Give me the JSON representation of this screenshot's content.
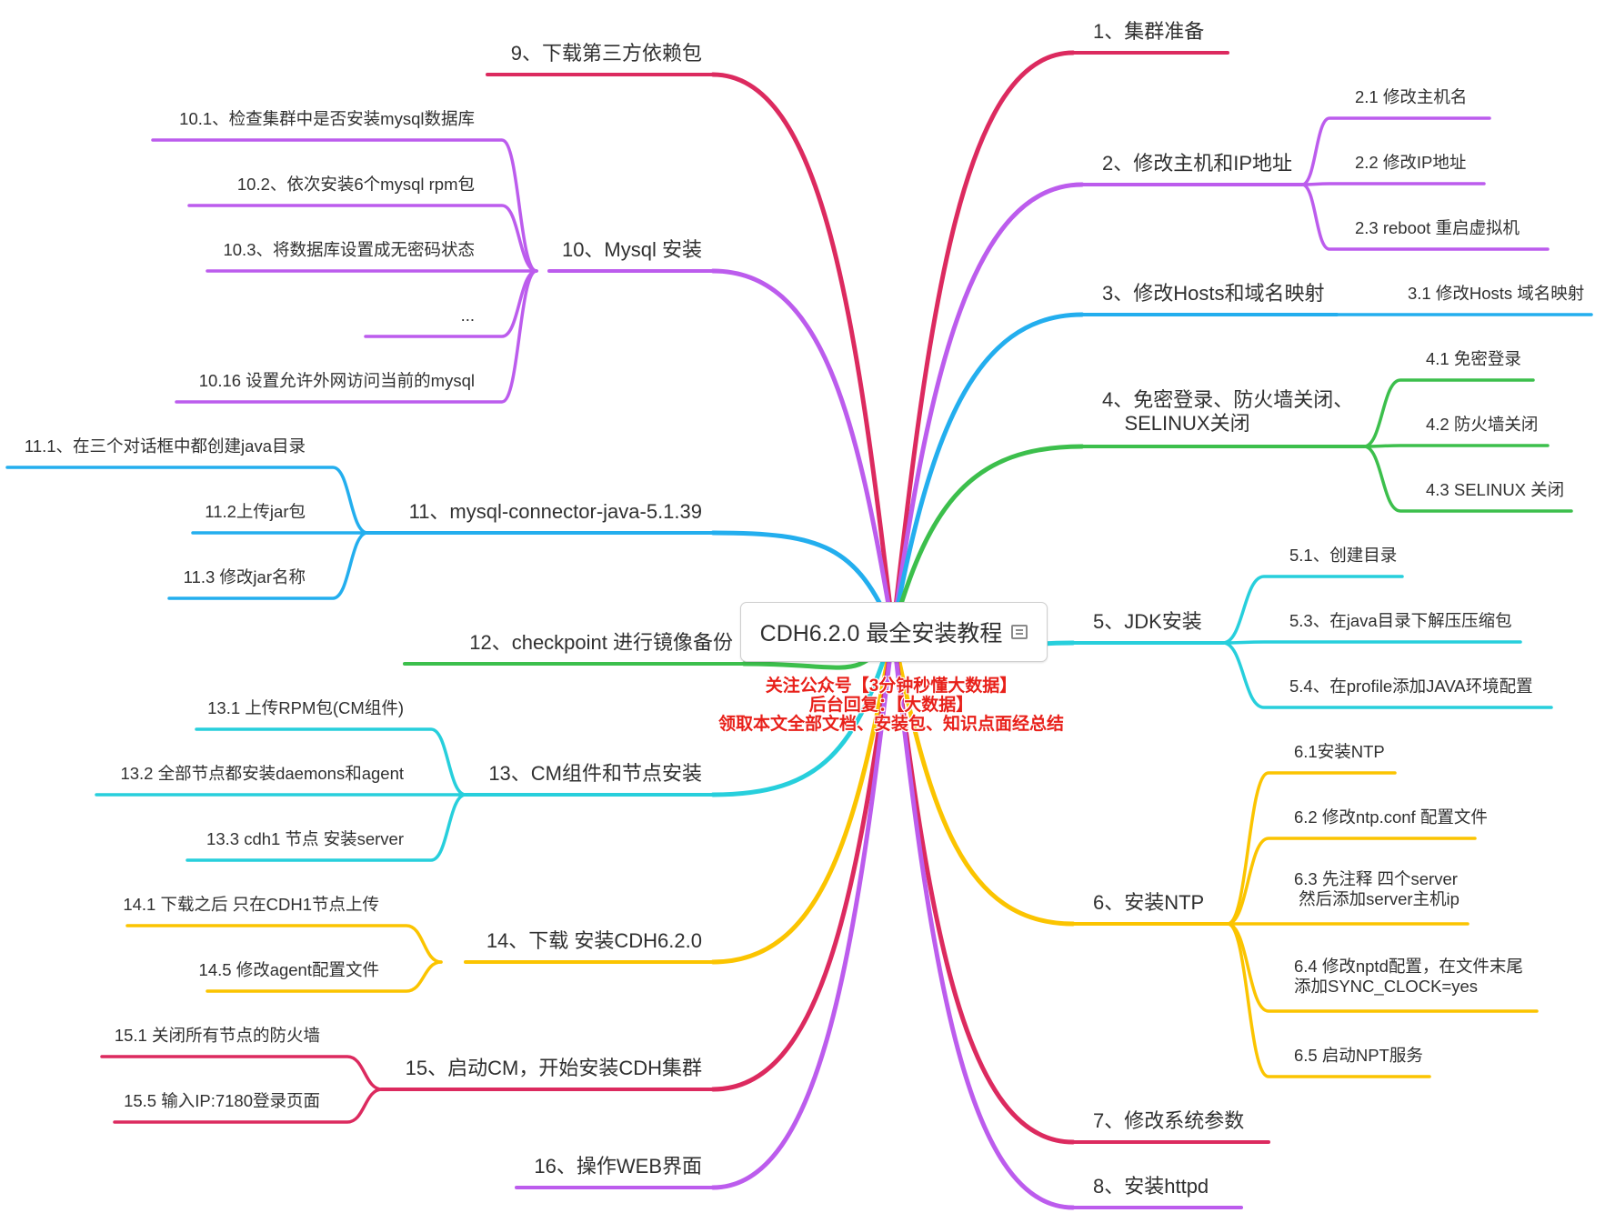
{
  "root": {
    "title": "CDH6.2.0 最全安装教程"
  },
  "promo": [
    "关注公众号【3分钟秒懂大数据】",
    "后台回复：【大数据】",
    "领取本文全部文档、安装包、知识点面经总结"
  ],
  "colors": {
    "crimson": "#dc2a5f",
    "violet": "#bc5ced",
    "sky": "#23aeee",
    "green": "#3cbf4c",
    "cyan": "#27cfdc",
    "gold": "#fbc400"
  },
  "branches": [
    {
      "label": "1、集群准备",
      "color": "crimson",
      "children": []
    },
    {
      "label": "2、修改主机和IP地址",
      "color": "violet",
      "children": [
        "2.1 修改主机名",
        "2.2 修改IP地址",
        "2.3 reboot 重启虚拟机"
      ]
    },
    {
      "label": "3、修改Hosts和域名映射",
      "color": "sky",
      "children": [
        "3.1 修改Hosts 域名映射"
      ]
    },
    {
      "label": "4、免密登录、防火墙关闭、\n    SELINUX关闭",
      "color": "green",
      "children": [
        "4.1 免密登录",
        "4.2  防火墙关闭",
        "4.3 SELINUX 关闭"
      ]
    },
    {
      "label": "5、JDK安装",
      "color": "cyan",
      "children": [
        "5.1、创建目录",
        "5.3、在java目录下解压压缩包",
        "5.4、在profile添加JAVA环境配置"
      ]
    },
    {
      "label": "6、安装NTP",
      "color": "gold",
      "children": [
        "6.1安装NTP",
        "6.2 修改ntp.conf 配置文件",
        "6.3 先注释 四个server\n 然后添加server主机ip",
        "6.4 修改nptd配置，在文件末尾\n添加SYNC_CLOCK=yes",
        "6.5 启动NPT服务"
      ]
    },
    {
      "label": "7、修改系统参数",
      "color": "crimson",
      "children": []
    },
    {
      "label": "8、安装httpd",
      "color": "violet",
      "children": []
    },
    {
      "label": "9、下载第三方依赖包",
      "color": "crimson",
      "children": []
    },
    {
      "label": "10、Mysql 安装",
      "color": "violet",
      "children": [
        "10.1、检查集群中是否安装mysql数据库",
        "10.2、依次安装6个mysql rpm包",
        "10.3、将数据库设置成无密码状态",
        "...",
        "10.16 设置允许外网访问当前的mysql"
      ]
    },
    {
      "label": "11、mysql-connector-java-5.1.39",
      "color": "sky",
      "children": [
        "11.1、在三个对话框中都创建java目录",
        "11.2上传jar包",
        "11.3 修改jar名称"
      ]
    },
    {
      "label": "12、checkpoint 进行镜像备份",
      "color": "green",
      "children": []
    },
    {
      "label": "13、CM组件和节点安装",
      "color": "cyan",
      "children": [
        "13.1 上传RPM包(CM组件)",
        "13.2 全部节点都安装daemons和agent",
        "13.3 cdh1 节点  安装server"
      ]
    },
    {
      "label": "14、下载 安装CDH6.2.0",
      "color": "gold",
      "children": [
        "14.1 下载之后 只在CDH1节点上传",
        "14.5  修改agent配置文件"
      ]
    },
    {
      "label": "15、启动CM，开始安装CDH集群",
      "color": "crimson",
      "children": [
        "15.1 关闭所有节点的防火墙",
        "15.5 输入IP:7180登录页面"
      ]
    },
    {
      "label": "16、操作WEB界面",
      "color": "violet",
      "children": []
    }
  ]
}
